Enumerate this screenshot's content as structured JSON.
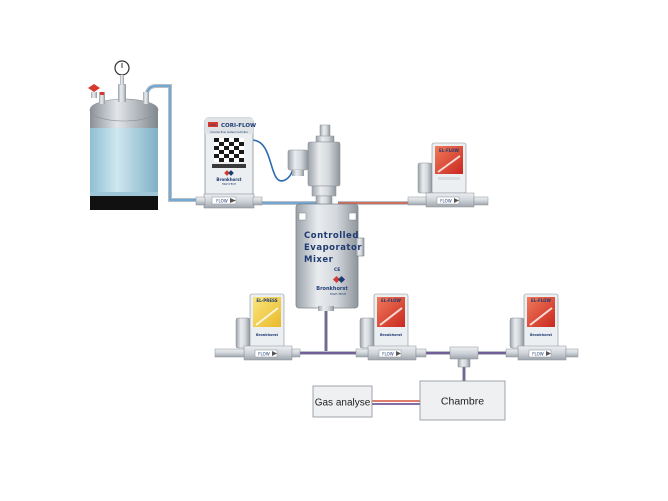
{
  "diagram": {
    "components": {
      "cem": {
        "line1": "Controlled",
        "line2": "Evaporator",
        "line3": "Mixer",
        "brand": "Bronkhorst",
        "sub": "HIGH-TECH",
        "mark": "CE"
      },
      "coriflow": {
        "badge": "mini",
        "name": "CORI-FLOW",
        "desc": "Coriolis flow meter/controller",
        "brand": "Bronkhorst",
        "sub": "HIGH-TECH",
        "base": "FLOW"
      },
      "elflow_top": {
        "name": "EL-FLOW",
        "base": "FLOW"
      },
      "elpress": {
        "name": "EL-PRESS",
        "brand": "Bronkhorst",
        "base": "FLOW"
      },
      "elflow_mid": {
        "name": "EL-FLOW",
        "brand": "Bronkhorst",
        "base": "FLOW"
      },
      "elflow_right": {
        "name": "EL-FLOW",
        "brand": "Bronkhorst",
        "base": "FLOW"
      }
    },
    "boxes": {
      "gas": "Gas analyse",
      "chamber": "Chambre"
    },
    "colors": {
      "pipe": "#c8ccd2",
      "liquid_line": "#5aa0d8",
      "gas_line": "#d2553c",
      "cable": "#2c6ab0",
      "signal": "#5a3f8a",
      "tank_liquid": "#b7d9e6",
      "red_display": "#e03c2e",
      "yellow_display": "#f5d23c",
      "brand_blue": "#1f3b73"
    }
  }
}
